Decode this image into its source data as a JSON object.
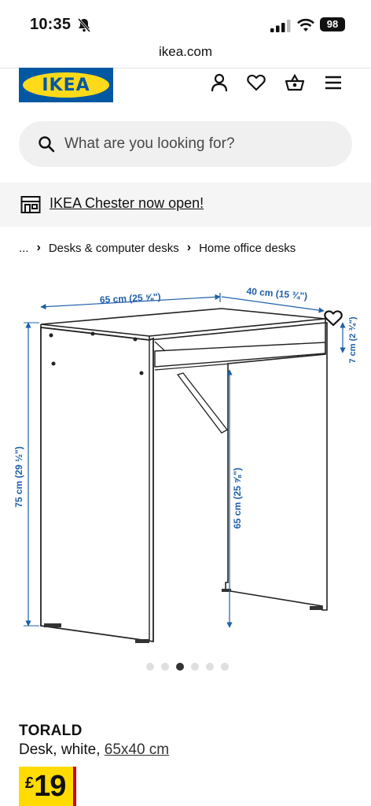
{
  "status_bar": {
    "time": "10:35",
    "battery": "98",
    "icons": [
      "bell-slash-icon",
      "signal-icon",
      "wifi-icon",
      "battery-icon"
    ]
  },
  "browser": {
    "url": "ikea.com"
  },
  "header": {
    "logo_text": "IKEA",
    "icons": [
      "user-icon",
      "heart-icon",
      "basket-icon",
      "menu-icon"
    ]
  },
  "search": {
    "placeholder": "What are you looking for?"
  },
  "store_banner": {
    "text": "IKEA Chester now open!"
  },
  "breadcrumb": {
    "ellipsis": "...",
    "items": [
      "Desks & computer desks",
      "Home office desks"
    ]
  },
  "diagram": {
    "width_label": "65 cm (25 ⅝\")",
    "depth_label": "40 cm (15 ¾\")",
    "height_label": "75 cm (29 ½\")",
    "inner_height_label": "65 cm (25 ⅝\")",
    "shelf_label": "7 cm (2 ¾\")"
  },
  "carousel": {
    "count": 6,
    "active_index": 2
  },
  "product": {
    "name": "TORALD",
    "description": "Desk, white, ",
    "size_link": "65x40 cm",
    "currency": "£",
    "price": "19"
  },
  "colors": {
    "ikea_blue": "#0058a3",
    "ikea_yellow": "#ffda1a",
    "dimension_blue": "#1f5fa8",
    "price_red": "#cc0008"
  }
}
